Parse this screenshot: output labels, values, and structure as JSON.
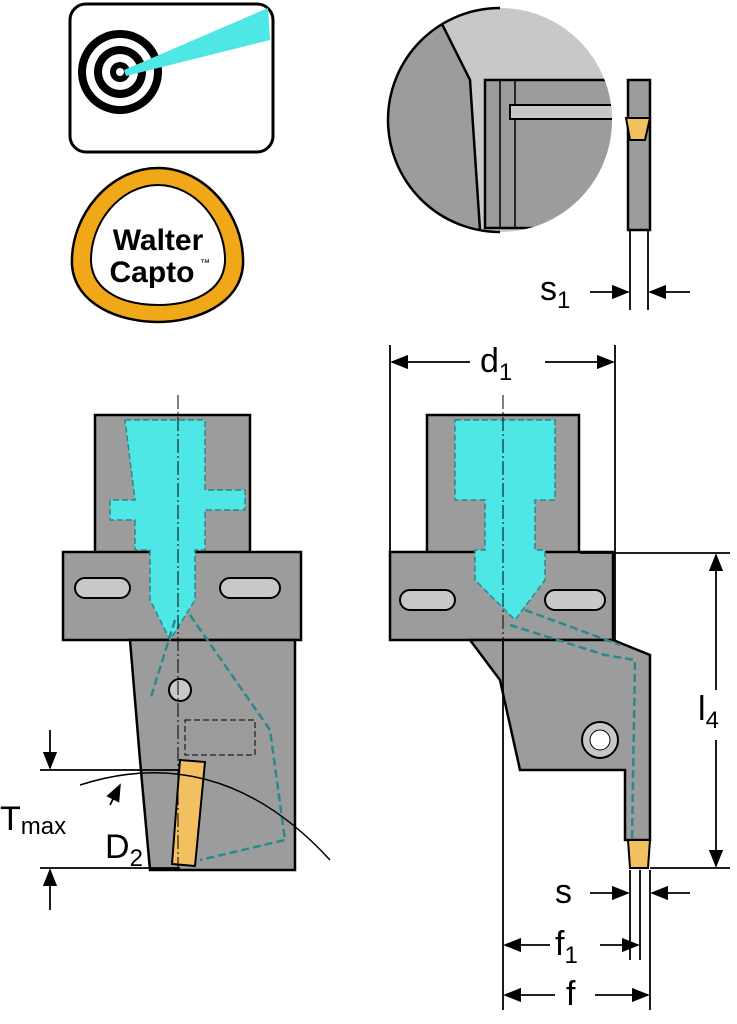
{
  "logo": {
    "line1": "Walter",
    "line2": "Capto",
    "trademark": "™"
  },
  "icon": "coolant-target-icon",
  "labels": {
    "s1": {
      "main": "s",
      "sub": "1"
    },
    "d1": {
      "main": "d",
      "sub": "1"
    },
    "l4": {
      "main": "l",
      "sub": "4"
    },
    "tmax": {
      "main": "T",
      "sub": "max"
    },
    "d2": {
      "main": "D",
      "sub": "2"
    },
    "s": {
      "main": "s"
    },
    "f1": {
      "main": "f",
      "sub": "1"
    },
    "f": {
      "main": "f"
    }
  },
  "colors": {
    "body": "#9c9c9c",
    "coolant": "#4fe6e6",
    "insert": "#f2c060",
    "logo_ring": "#f0a818"
  }
}
